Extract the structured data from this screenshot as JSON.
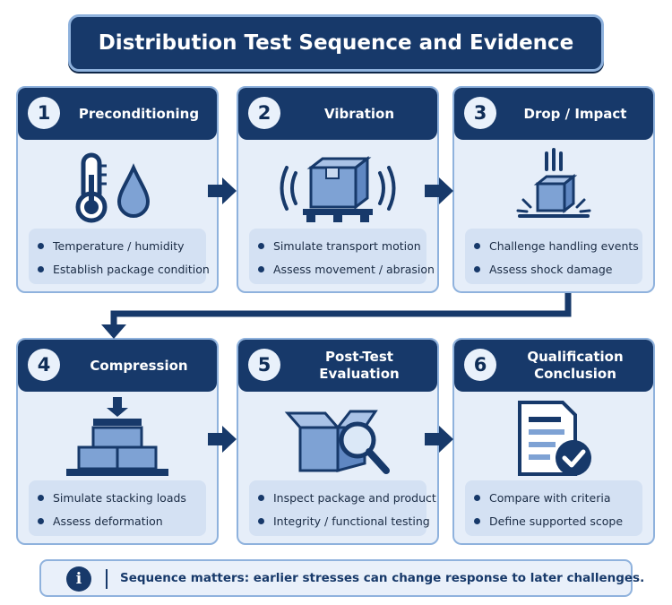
{
  "title": "Distribution Test Sequence and Evidence",
  "steps": [
    {
      "number": "1",
      "title": "Preconditioning",
      "icon": "thermometer-droplet-icon",
      "bullets": [
        "Temperature / humidity",
        "Establish package condition"
      ]
    },
    {
      "number": "2",
      "title": "Vibration",
      "icon": "vibrating-box-icon",
      "bullets": [
        "Simulate transport motion",
        "Assess movement / abrasion"
      ]
    },
    {
      "number": "3",
      "title": "Drop / Impact",
      "icon": "dropping-box-icon",
      "bullets": [
        "Challenge handling events",
        "Assess shock damage"
      ]
    },
    {
      "number": "4",
      "title": "Compression",
      "icon": "stacked-boxes-icon",
      "bullets": [
        "Simulate stacking loads",
        "Assess deformation"
      ]
    },
    {
      "number": "5",
      "title": "Post-Test\nEvaluation",
      "icon": "box-magnifier-icon",
      "bullets": [
        "Inspect package and product",
        "Integrity / functional testing"
      ]
    },
    {
      "number": "6",
      "title": "Qualification\nConclusion",
      "icon": "document-check-icon",
      "bullets": [
        "Compare with criteria",
        "Define supported scope"
      ]
    }
  ],
  "note": {
    "icon": "info-icon",
    "text": "Sequence matters: earlier stresses can change response to later challenges."
  },
  "colors": {
    "navy": "#17396a",
    "card_bg": "#e6eef9",
    "border": "#8fb2dd",
    "bullet_bg": "#d4e1f3"
  }
}
